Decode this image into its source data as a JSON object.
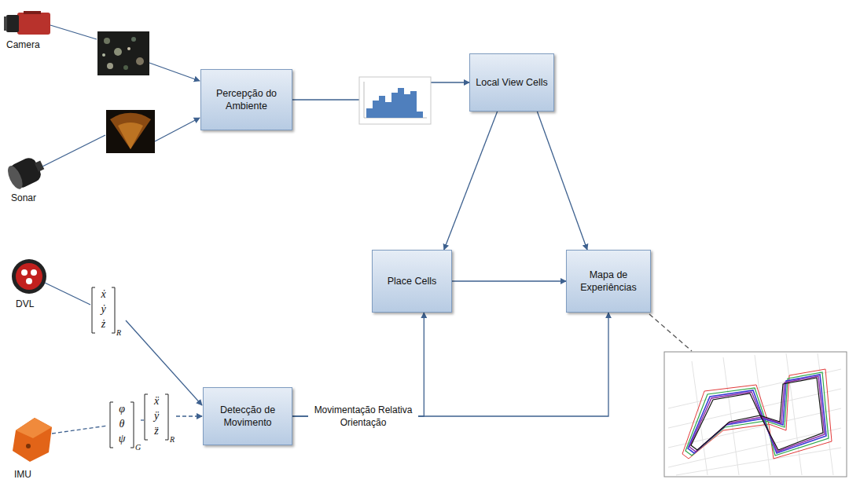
{
  "diagram": {
    "nodes": [
      {
        "text": [
          "Percepção do Ambiente"
        ]
      },
      {
        "text": [
          "Local View Cells"
        ]
      },
      {
        "text": [
          "Place Cells"
        ]
      },
      {
        "text": [
          "Mapa de Experiências"
        ]
      },
      {
        "text": [
          "Detecção de Movimento"
        ]
      }
    ],
    "edges": [
      {
        "from": 0,
        "to": 1,
        "arrow": "to"
      },
      {
        "from": 1,
        "to": 2,
        "arrow": "to"
      },
      {
        "from": 1,
        "to": 3,
        "arrow": "to"
      },
      {
        "from": 2,
        "to": 3,
        "arrow": "to"
      },
      {
        "from": 4,
        "to": 2,
        "arrow": "to",
        "label": "Movimentação Relativa Orientação"
      },
      {
        "from": 4,
        "to": 3,
        "arrow": "to"
      }
    ],
    "labels": [
      "Camera",
      "Sonar",
      "DVL",
      "ẋ",
      "ẏ",
      "ż",
      "R",
      "IMU",
      "φ",
      "θ",
      "ψ",
      "G",
      "ẍ",
      "ÿ",
      "z̈",
      "R"
    ]
  }
}
